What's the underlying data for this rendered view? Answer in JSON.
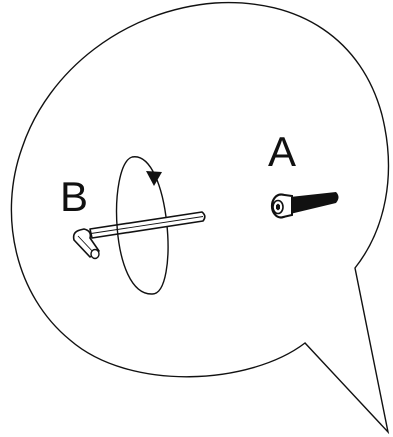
{
  "labels": {
    "bolt": "A",
    "hex_key": "B"
  },
  "colors": {
    "line": "#111111",
    "background": "#ffffff",
    "fill": "#ffffff"
  },
  "icons": {
    "callout": "speech-bubble-callout",
    "bolt": "socket-head-cap-screw",
    "hex_key": "allen-hex-key",
    "rotation": "clockwise-rotation-arrow"
  }
}
